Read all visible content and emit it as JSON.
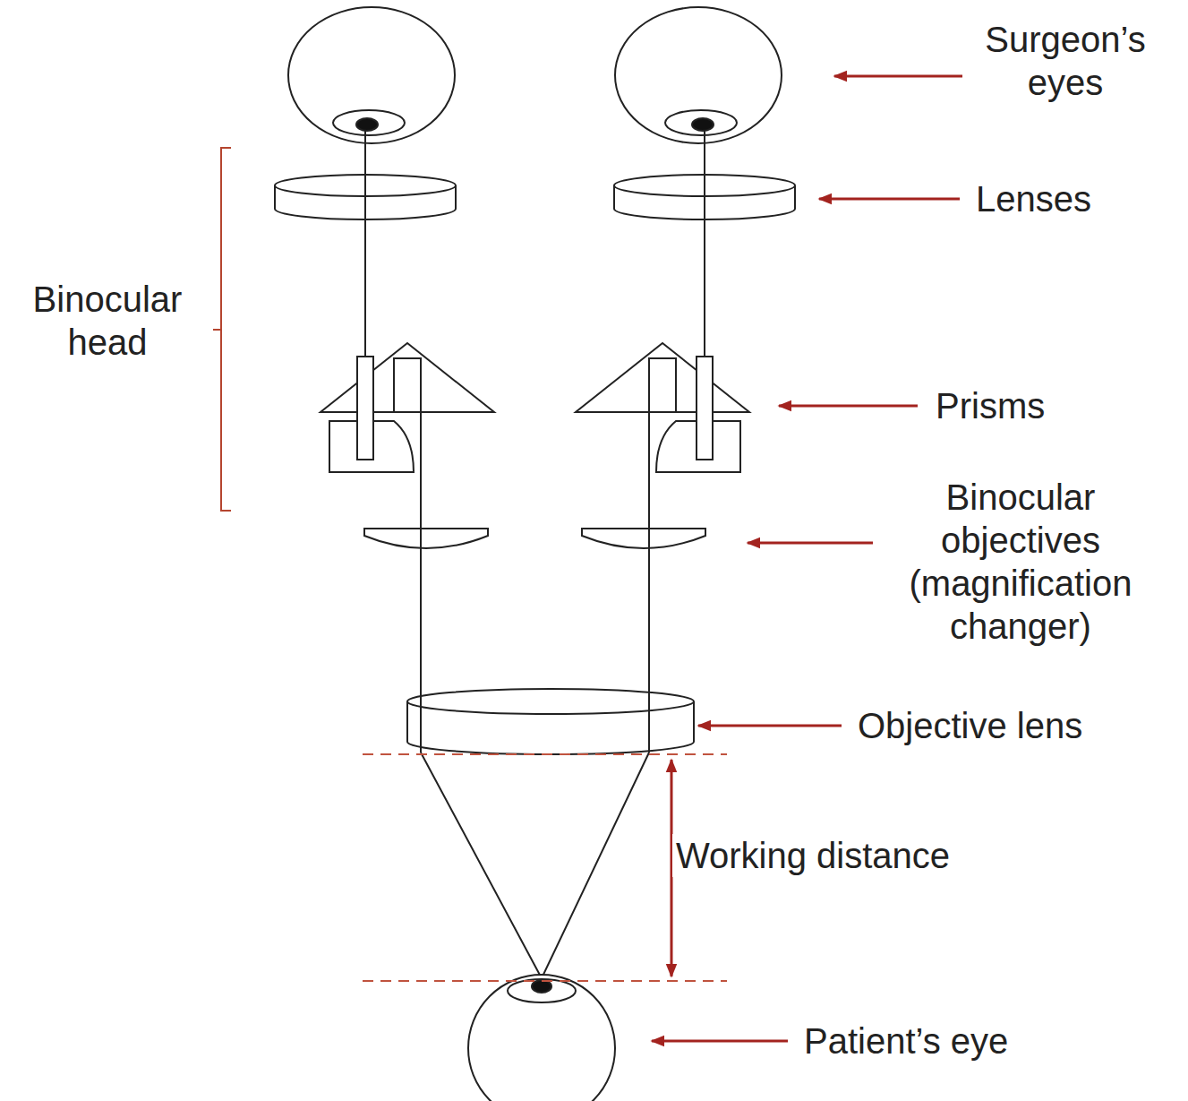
{
  "diagram": {
    "labels": [
      "Surgeon’s eyes",
      "Lenses",
      "Binocular head",
      "Prisms",
      "Binocular objectives (magnification changer)",
      "Objective lens",
      "Working distance",
      "Patient’s eye"
    ]
  }
}
